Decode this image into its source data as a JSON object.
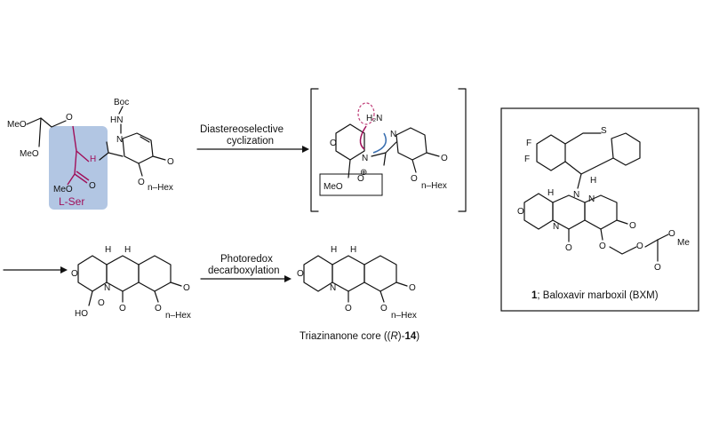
{
  "reaction1": {
    "line1": "Diastereoselective",
    "line2": "cyclization"
  },
  "reaction2": {
    "line1": "Photoredox",
    "line2": "decarboxylation"
  },
  "serine_label": "L-Ser",
  "core_caption": {
    "pre": "Triazinanone core ((",
    "r": "R",
    "mid": ")-",
    "num": "14",
    "post": ")"
  },
  "bxm_caption": {
    "num": "1",
    "rest": "; Baloxavir marboxil (BXM)"
  },
  "atoms": {
    "boc": "Boc",
    "hn": "HN",
    "h2n": "H₂N",
    "nh": "H",
    "n": "N",
    "o": "O",
    "meo": "MeO",
    "nhex": "n–Hex",
    "ho": "HO",
    "h": "H",
    "f": "F",
    "s": "S",
    "me": "Me",
    "plus": "⊕"
  },
  "colors": {
    "highlight": "#9fb8dc",
    "serine": "#a0105a",
    "arrow_blue": "#3a6fb0",
    "dashed": "#c0407a"
  }
}
